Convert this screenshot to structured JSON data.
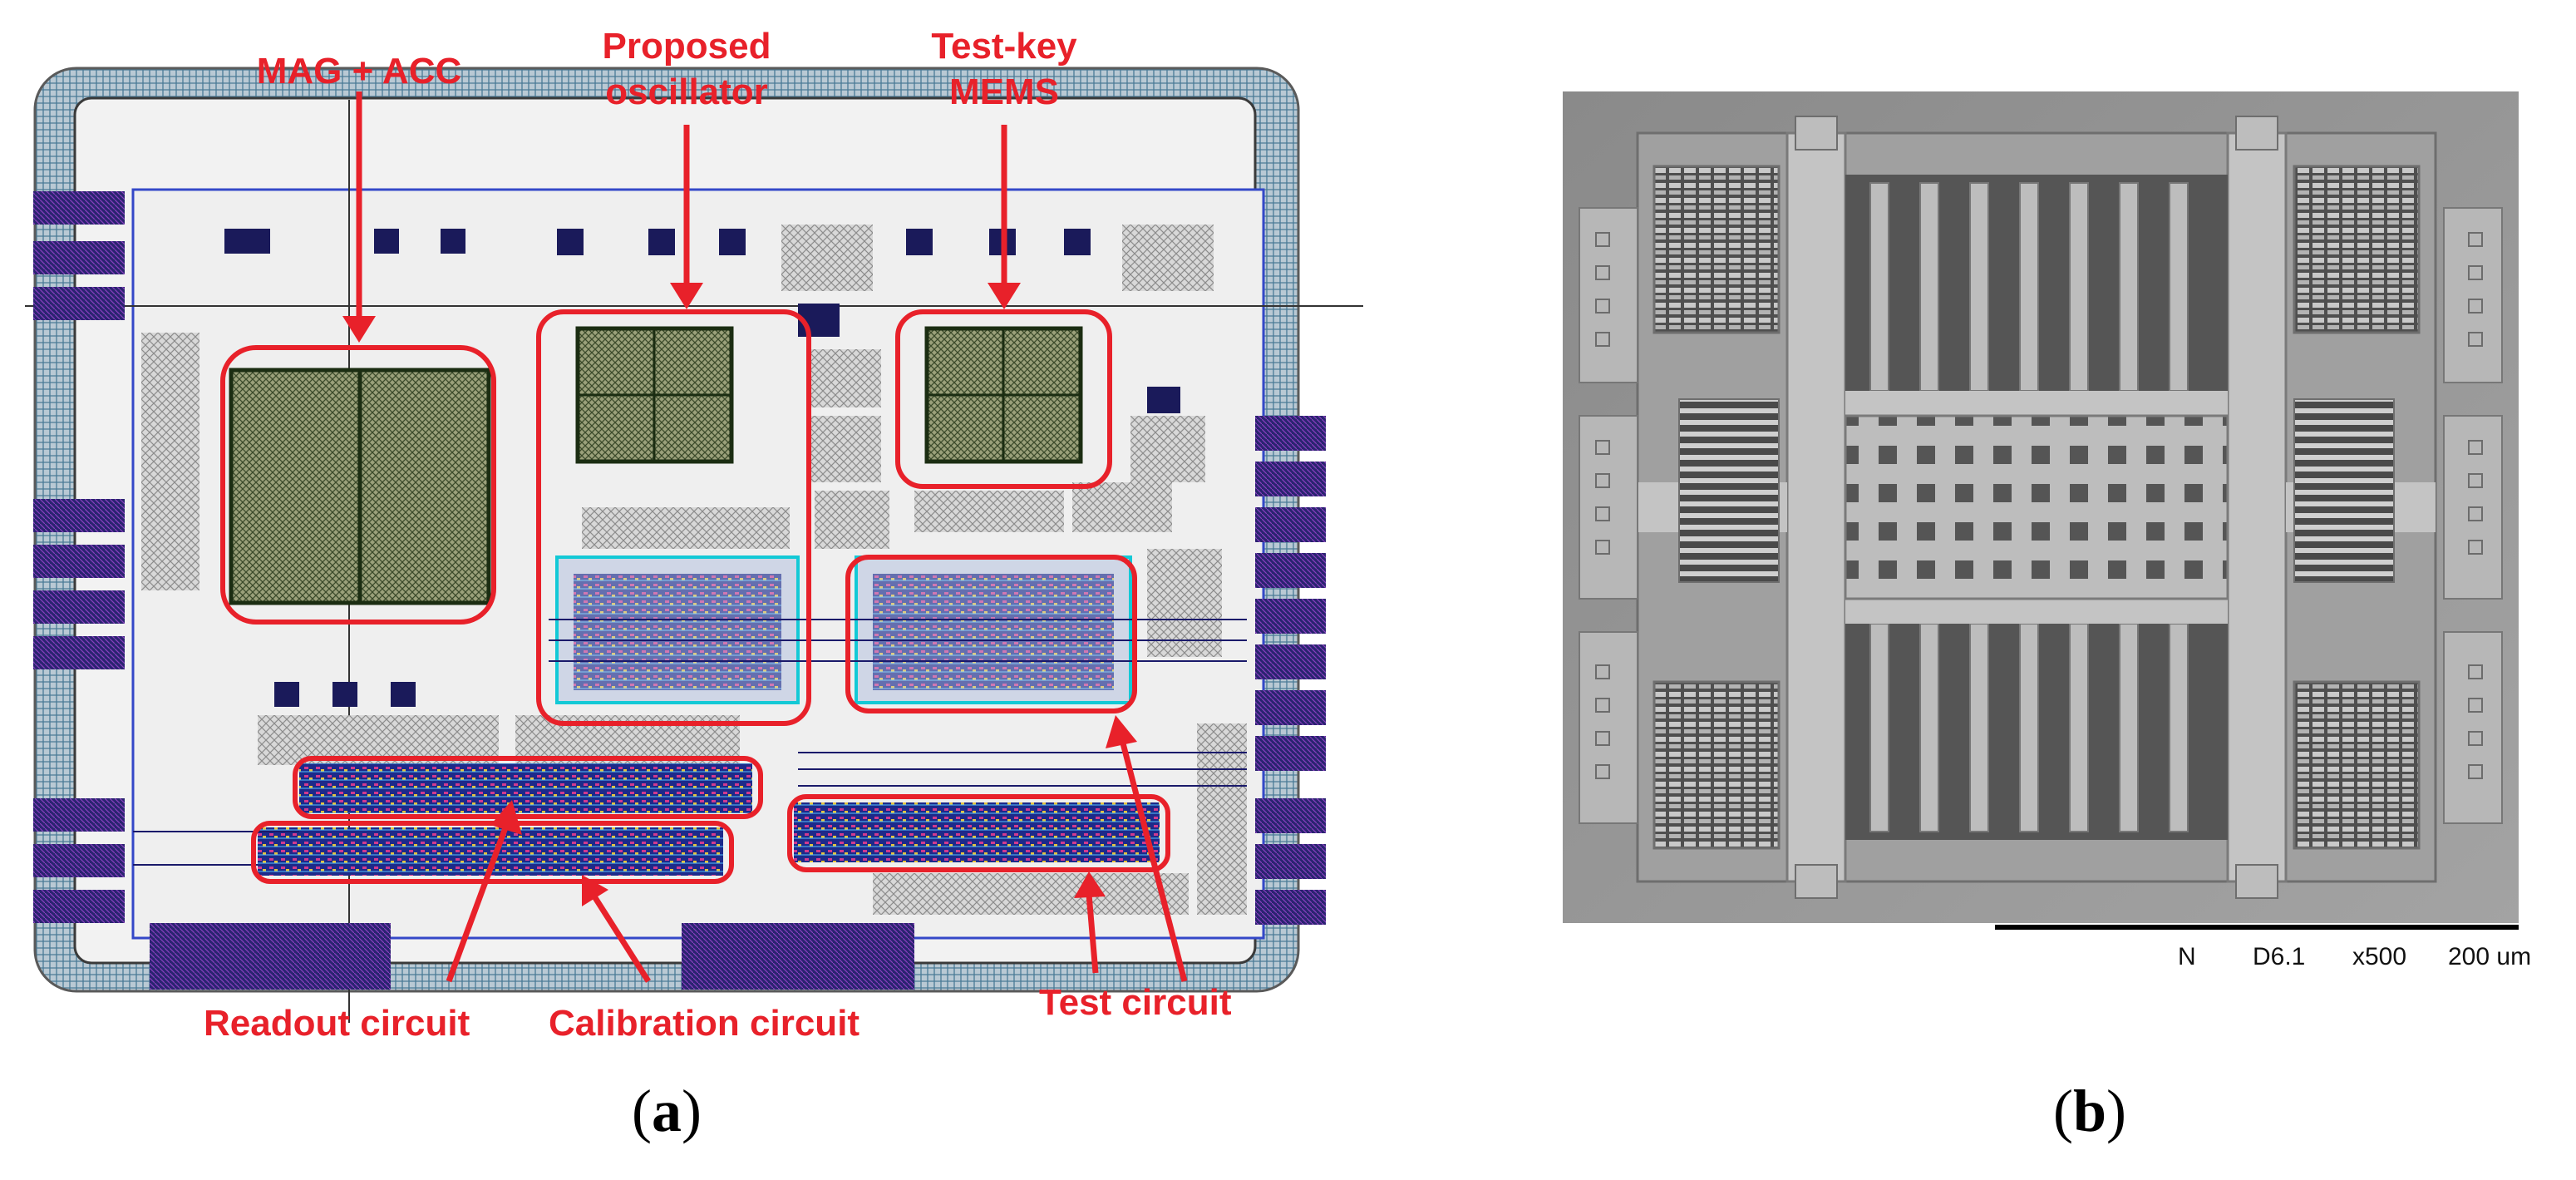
{
  "figure_a": {
    "callouts": {
      "mag_acc": "MAG + ACC",
      "proposed_line1": "Proposed",
      "proposed_line2": "oscillator",
      "testkey_line1": "Test-key",
      "testkey_line2": "MEMS",
      "readout": "Readout circuit",
      "calibration": "Calibration circuit",
      "test": "Test circuit"
    },
    "caption_letter": "a",
    "accent_color": "#e8212a"
  },
  "figure_b": {
    "scalebar": {
      "mode": "N",
      "wd": "D6.1",
      "magnification": "x500",
      "length": "200 um"
    },
    "caption_letter": "b"
  }
}
